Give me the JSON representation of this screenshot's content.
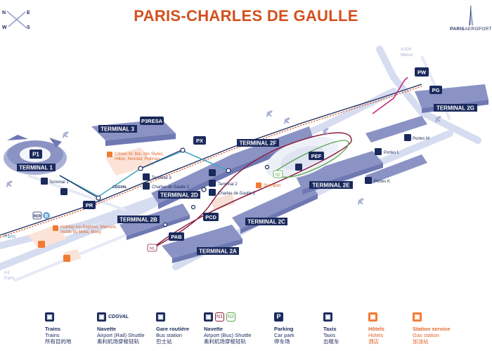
{
  "title": "PARIS-CHARLES DE GAULLE",
  "logo": {
    "prefix": "PARIS",
    "suffix": "AEROPORT"
  },
  "compass": {
    "n": "N",
    "e": "E",
    "s": "S",
    "w": "W"
  },
  "map_labels": {
    "terminal_1": "TERMINAL 1",
    "terminal_3": "TERMINAL 3",
    "terminal_2a": "TERMINAL 2A",
    "terminal_2b": "TERMINAL 2B",
    "terminal_2c": "TERMINAL 2C",
    "terminal_2d": "TERMINAL 2D",
    "terminal_2e": "TERMINAL 2E",
    "terminal_2f": "TERMINAL 2F",
    "terminal_2g": "TERMINAL 2G"
  },
  "parkings": {
    "p1": "P1",
    "p3resa": "P3RESA",
    "px": "PX",
    "pr": "PR",
    "pcd": "PCD",
    "pab": "PAB",
    "pef": "PEF",
    "pw": "PW",
    "pg": "PG"
  },
  "stations": {
    "terminal_1": "Terminal 1",
    "terminal_3": "Terminal 3",
    "cdg1": "Charles de Gaulle 1",
    "terminal_2": "Terminal 2",
    "cdg2": "Charles de Gaulle 2",
    "portes_m": "Portes M",
    "portes_l": "Portes L",
    "portes_k": "Portes K",
    "cdgval": "CDGVAL"
  },
  "hotels": {
    "t3": "Citizen M, Ibis, Ibis Styles,\nHilton, Novotel, Pullman",
    "roissy": "Holiday Inn Express, Mercure,\nInside by Melia, Moxy",
    "sheraton": "Sheraton"
  },
  "rail": {
    "rer": "RER",
    "b": "B",
    "paris": "Paris",
    "a1": "A1",
    "a1_paris": "Paris",
    "a104": "A104",
    "melun": "Melun"
  },
  "shuttle_tags": {
    "n1": "N1",
    "n2": "N2"
  },
  "legend": [
    {
      "icon": "train",
      "title": "Trains",
      "sub": "Trains",
      "zh": "所有目的地"
    },
    {
      "icon": "train",
      "title": "Navette",
      "sub": "Airport (Rail) Shuttle",
      "zh": "奥利机场穿梭轻轨",
      "tag": "CDGVAL"
    },
    {
      "icon": "bus",
      "title": "Gare routière",
      "sub": "Bus station",
      "zh": "巴士站"
    },
    {
      "icon": "bus",
      "title": "Navette",
      "sub": "Airport (Bus) Shuttle",
      "zh": "奥利机场穿梭轻轨",
      "tags": [
        "N1",
        "N2"
      ]
    },
    {
      "icon": "P",
      "title": "Parking",
      "sub": "Car park",
      "zh": "停车场"
    },
    {
      "icon": "taxi",
      "title": "Taxis",
      "sub": "Taxis",
      "zh": "出租车"
    },
    {
      "icon": "hotel",
      "title": "Hôtels",
      "sub": "Hotels",
      "zh": "酒店"
    },
    {
      "icon": "fuel",
      "title": "Station service",
      "sub": "Gas station",
      "zh": "加油站"
    }
  ],
  "colors": {
    "navy": "#1b2a5c",
    "building": "#8a93c4",
    "building_dark": "#6e78b2",
    "road": "#cfd6ec",
    "orange": "#e0692a",
    "cdgval": "#46a6c4",
    "shuttle_n1": "#8b1d3f",
    "shuttle_n2": "#56a64a",
    "rail_m": "#c21f7a"
  }
}
